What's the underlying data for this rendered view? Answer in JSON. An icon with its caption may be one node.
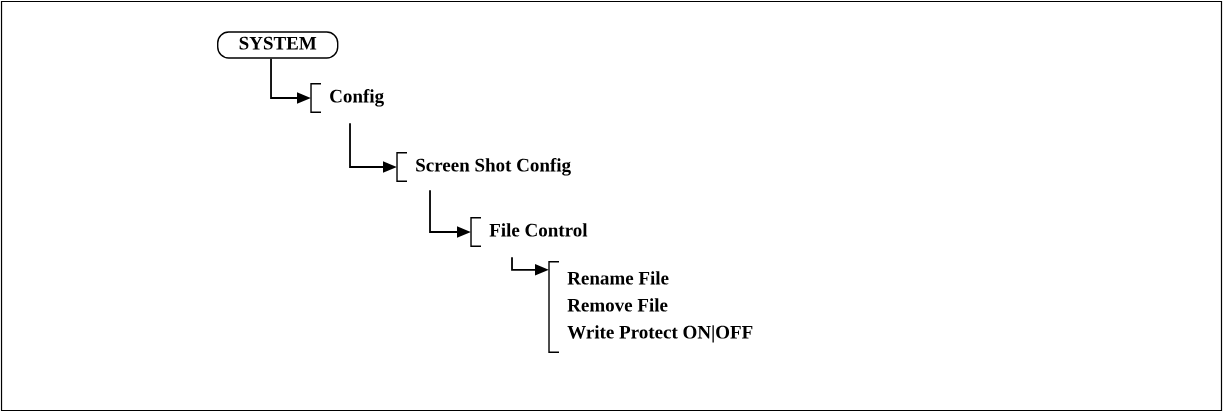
{
  "diagram": {
    "nodes": [
      {
        "text": [
          "SYSTEM"
        ]
      },
      {
        "text": [
          "Config"
        ]
      },
      {
        "text": [
          "Screen Shot Config"
        ]
      },
      {
        "text": [
          "File Control"
        ]
      },
      {
        "text": [
          "Rename File",
          "Remove File",
          "Write Protect ON|OFF"
        ]
      }
    ],
    "edges": [
      {
        "from": 0,
        "to": 1,
        "arrow": "to"
      },
      {
        "from": 1,
        "to": 2,
        "arrow": "to"
      },
      {
        "from": 2,
        "to": 3,
        "arrow": "to"
      },
      {
        "from": 3,
        "to": 4,
        "arrow": "to"
      }
    ]
  }
}
